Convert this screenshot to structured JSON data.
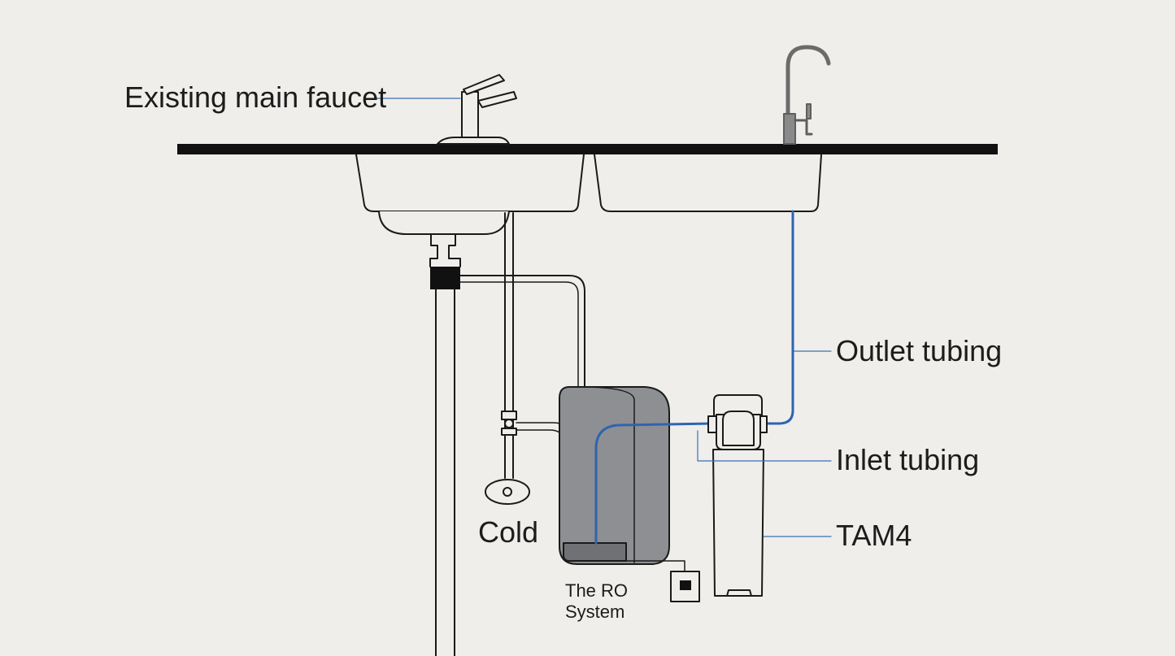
{
  "labels": {
    "existing_main_faucet": "Existing main faucet",
    "outlet_tubing": "Outlet tubing",
    "inlet_tubing": "Inlet tubing",
    "tam4": "TAM4",
    "cold": "Cold",
    "ro_system_line1": "The RO",
    "ro_system_line2": "System"
  },
  "colors": {
    "background": "#efeeeb",
    "line": "#1a1a1a",
    "tubing_blue": "#2f64b0",
    "leader_blue": "#3a6fb5",
    "ro_unit_fill": "#8d8f92",
    "countertop": "#111111"
  },
  "icons": {
    "main_faucet": "faucet-icon",
    "ro_faucet": "gooseneck-faucet-icon",
    "ro_unit": "ro-unit-icon",
    "tam4_filter": "filter-canister-icon",
    "cold_valve": "valve-icon",
    "drain_box": "drain-box-icon"
  }
}
